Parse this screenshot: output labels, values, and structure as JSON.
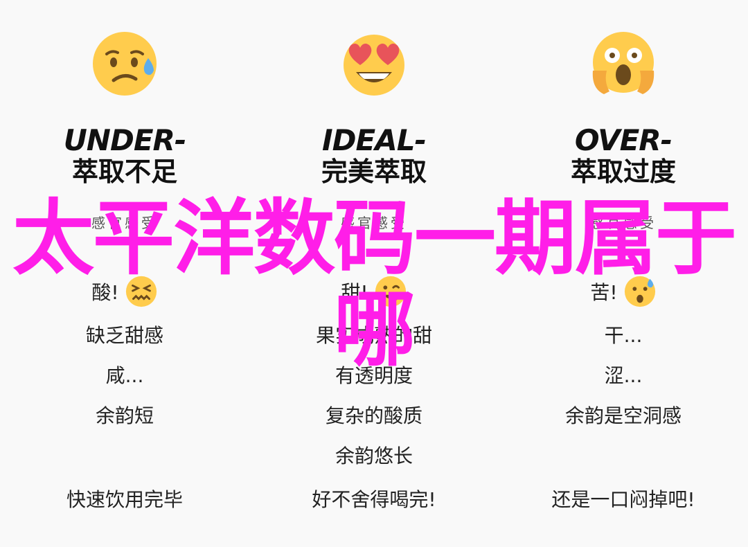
{
  "columns": [
    {
      "emoji": "sad-sweat-face-icon",
      "heading_en": "UNDER-",
      "heading_zh": "萃取不足",
      "sense": "感官感受",
      "taste": "酸!",
      "taste_emoji": "grimace-face-icon",
      "lines": [
        "缺乏甜感",
        "咸...",
        "余韵短"
      ],
      "finish": "快速饮用完毕"
    },
    {
      "emoji": "heart-eyes-face-icon",
      "heading_en": "IDEAL-",
      "heading_zh": "完美萃取",
      "sense": "感官感受",
      "taste": "甜!",
      "taste_emoji": "wink-face-icon",
      "lines": [
        "果实成熟的甜",
        "有透明度",
        "复杂的酸质",
        "余韵悠长"
      ],
      "finish": "好不舍得喝完!"
    },
    {
      "emoji": "screaming-face-icon",
      "heading_en": "OVER-",
      "heading_zh": "萃取过度",
      "sense": "感官感受",
      "taste": "苦!",
      "taste_emoji": "worried-sweat-face-icon",
      "lines": [
        "干...",
        "涩...",
        "余韵是空洞感"
      ],
      "finish": "还是一口闷掉吧!"
    }
  ],
  "overlay_title": "太平洋数码一期属于哪",
  "colors": {
    "face": "#ffcc4d",
    "overlay": "#ff1ee8",
    "heart": "#e8545a"
  }
}
